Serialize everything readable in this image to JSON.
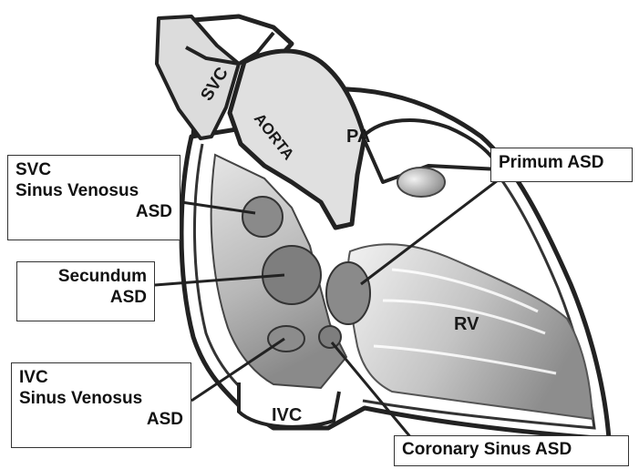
{
  "anatomy_labels": {
    "svc": "SVC",
    "aorta": "AORTA",
    "pa": "PA",
    "rv": "RV",
    "ivc": "IVC"
  },
  "callouts": {
    "svc_sinus_venosus": {
      "line1": "SVC",
      "line2": "Sinus Venosus",
      "line3": "ASD"
    },
    "secundum": {
      "line1": "Secundum",
      "line2": "ASD"
    },
    "ivc_sinus_venosus": {
      "line1": "IVC",
      "line2": "Sinus Venosus",
      "line3": "ASD"
    },
    "primum": {
      "line1": "Primum ASD"
    },
    "coronary_sinus": {
      "line1": "Coronary Sinus ASD"
    }
  }
}
